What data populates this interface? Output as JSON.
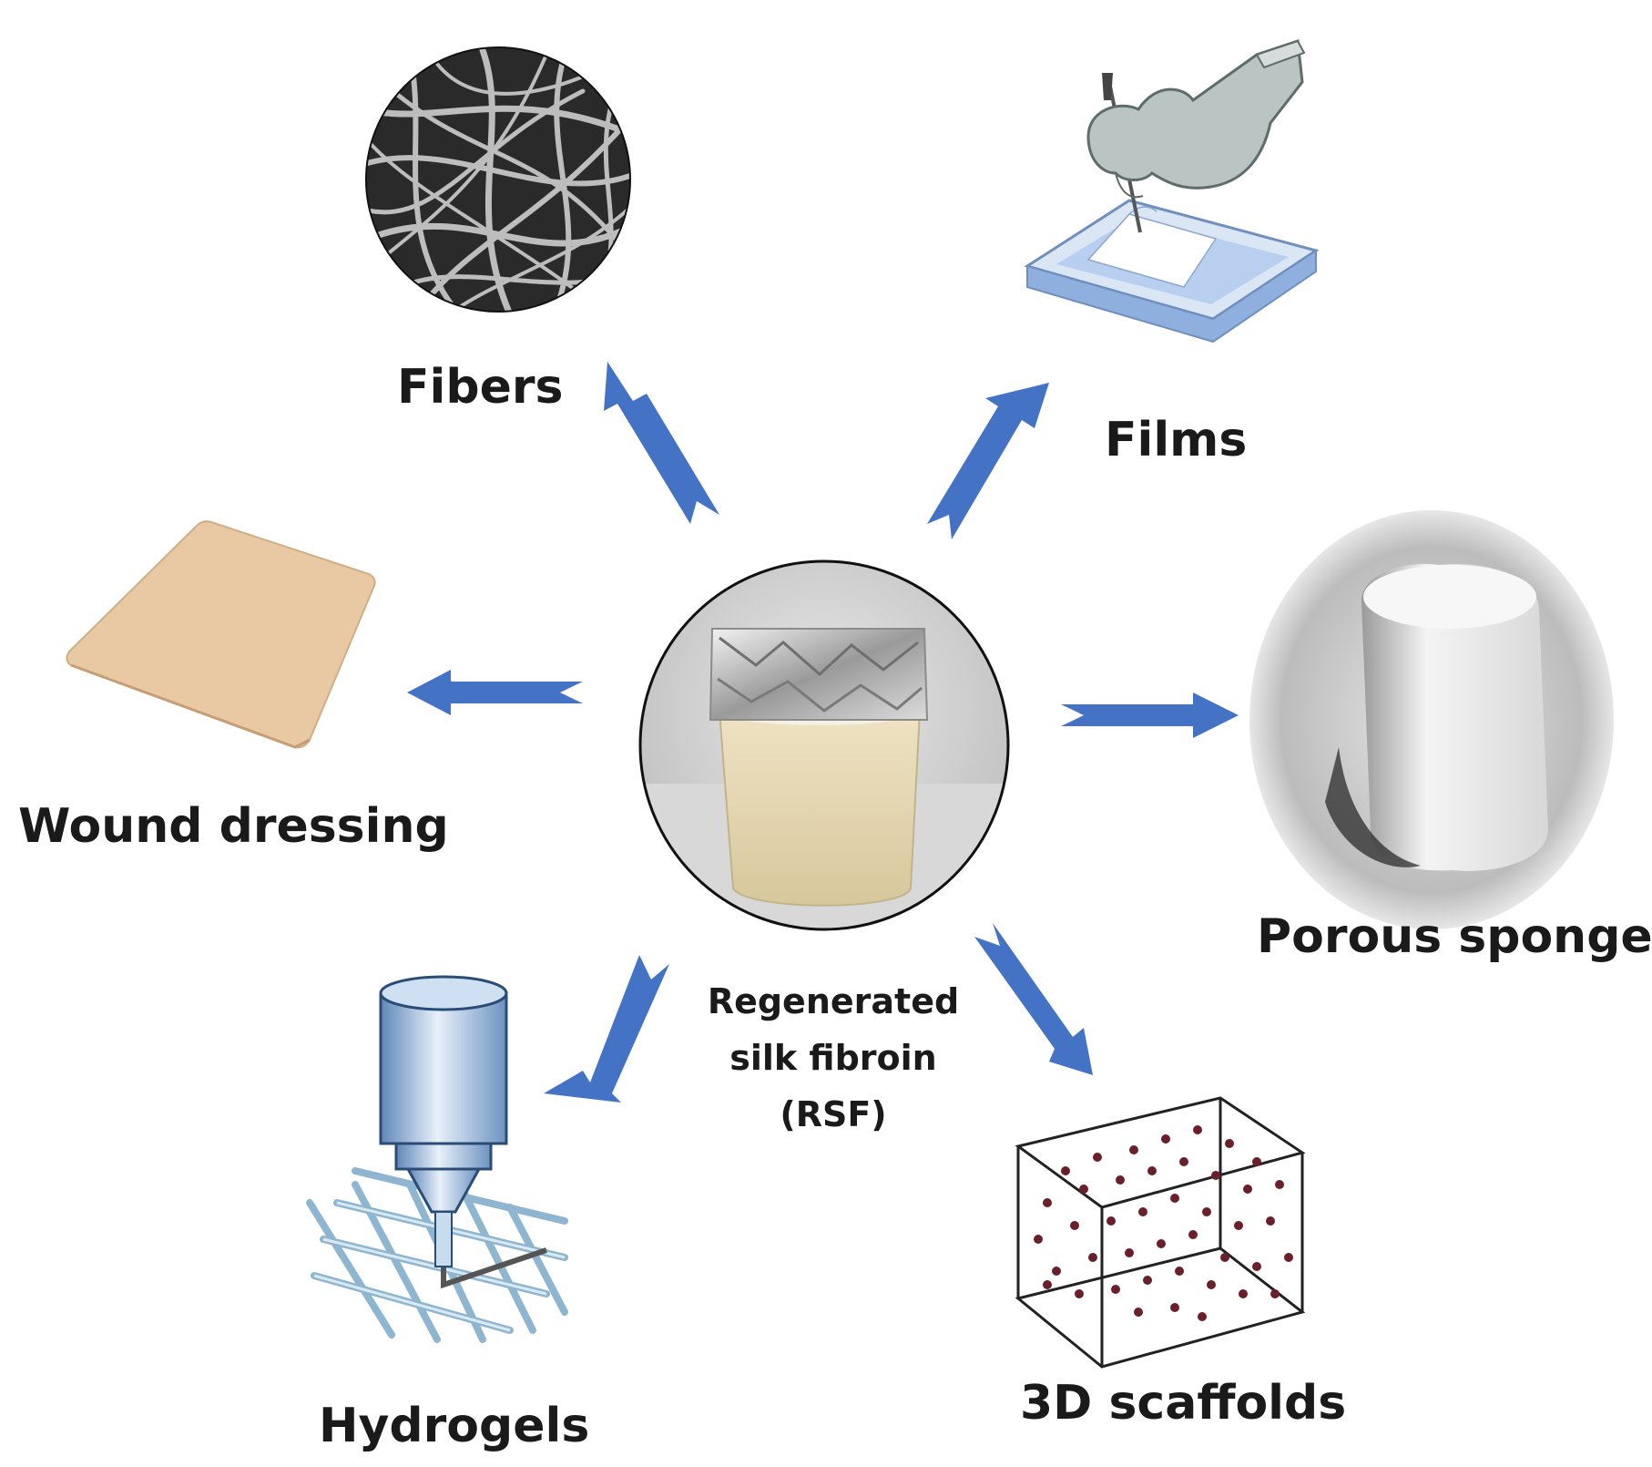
{
  "center": {
    "line1": "Regenerated",
    "line2": "silk fibroin",
    "line3": "(RSF)"
  },
  "products": {
    "fibers": "Fibers",
    "films": "Films",
    "wound_dressing": "Wound dressing",
    "porous_sponge": "Porous sponge",
    "hydrogels": "Hydrogels",
    "scaffolds": "3D scaffolds"
  },
  "colors": {
    "arrow": "#4472c4",
    "text": "#1a1a1a",
    "dressing": "#e8c9a3",
    "film_tray": "#a9c4ea",
    "scaffold_dot": "#6b1f2a"
  }
}
